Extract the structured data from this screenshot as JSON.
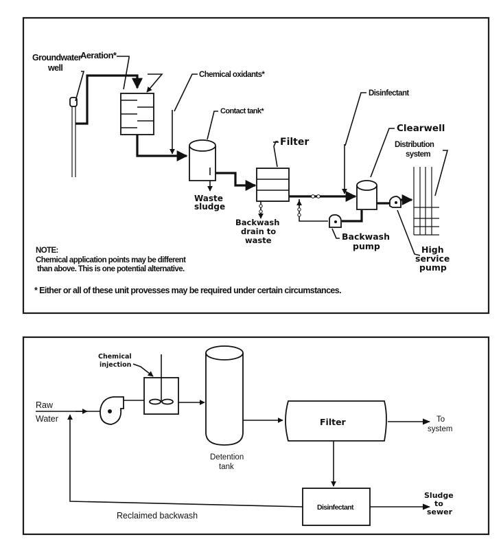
{
  "diagram1": {
    "labels": {
      "groundwater_well_1": "Groundwater",
      "groundwater_well_2": "well",
      "aeration": "Aeration*",
      "chemical_oxidants": "Chemical oxidants*",
      "contact_tank": "Contact tank*",
      "waste_sludge_1": "Waste",
      "waste_sludge_2": "sludge",
      "filter": "Filter",
      "disinfectant": "Disinfectant",
      "clearwell": "Clearwell",
      "distribution_1": "Distribution",
      "distribution_2": "system",
      "backwash_drain_1": "Backwash",
      "backwash_drain_2": "drain to",
      "backwash_drain_3": "waste",
      "backwash_pump_1": "Backwash",
      "backwash_pump_2": "pump",
      "high_service_1": "High",
      "high_service_2": "service",
      "high_service_3": "pump"
    },
    "note": {
      "title": "NOTE:",
      "line1": "Chemical application points may be different",
      "line2": "than above. This is one potential alternative."
    },
    "footnote": "* Either or all of these unit provesses may be required under certain circumstances."
  },
  "diagram2": {
    "labels": {
      "chemical_injection_1": "Chemical",
      "chemical_injection_2": "injection",
      "raw_water_1": "Raw",
      "raw_water_2": "Water",
      "detention_tank_1": "Detention",
      "detention_tank_2": "tank",
      "filter": "Filter",
      "to_system_1": "To",
      "to_system_2": "system",
      "disinfectant": "Disinfectant",
      "sludge_1": "Sludge",
      "sludge_2": "to",
      "sludge_3": "sewer",
      "reclaimed_backwash": "Reclaimed backwash"
    }
  }
}
